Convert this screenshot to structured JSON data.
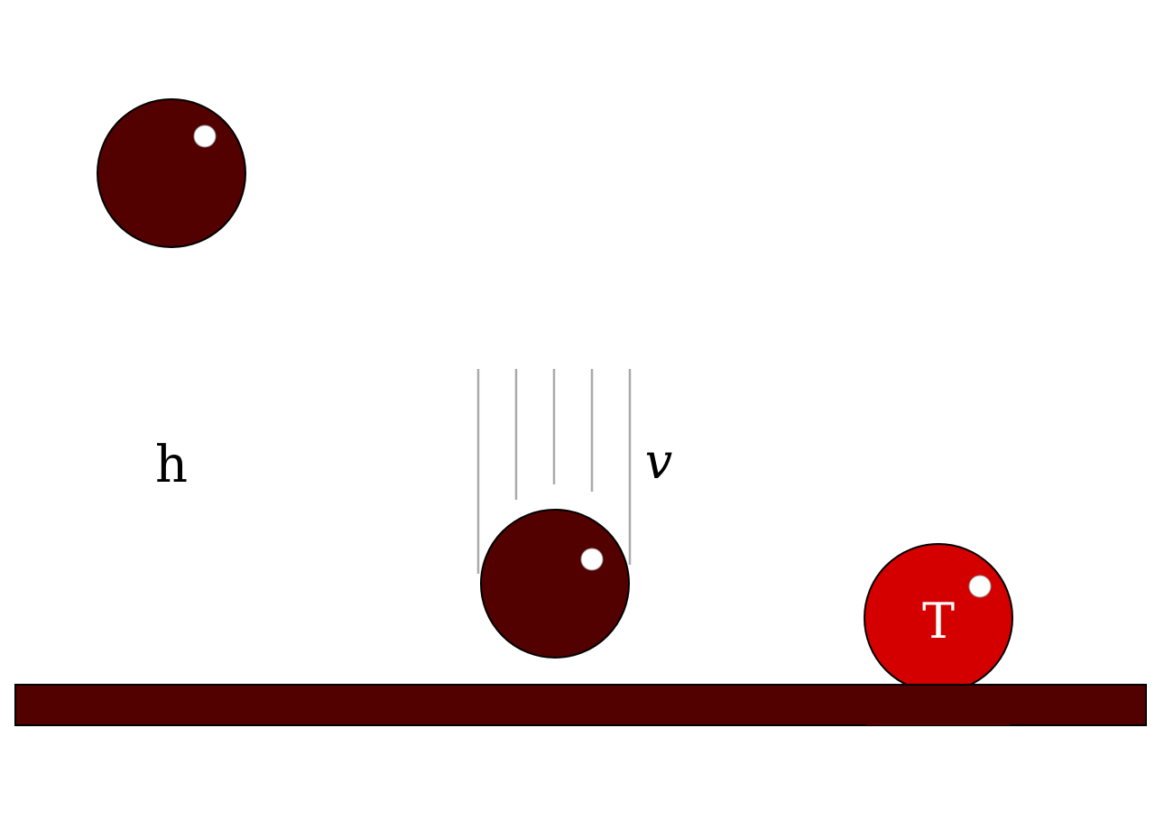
{
  "labels": {
    "height": "h",
    "velocity": "v",
    "temperature": "T"
  },
  "colors": {
    "ball_dark": "#530000",
    "ball_hot": "#d40000",
    "floor": "#530000",
    "highlight": "#ffffff",
    "speed_lines": "#aaaaaa",
    "outline": "#000000"
  }
}
